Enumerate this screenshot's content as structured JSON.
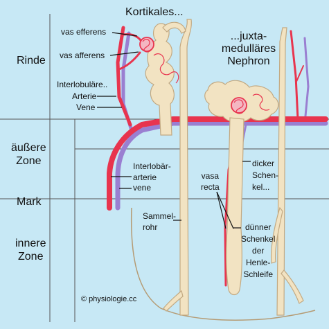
{
  "title": "Kortikales...",
  "title_right": [
    "...juxta-",
    "medulläres",
    "Nephron"
  ],
  "zones": {
    "rinde": "Rinde",
    "aeussere_zone": [
      "äußere",
      "Zone"
    ],
    "mark": "Mark",
    "innere_zone": [
      "innere",
      "Zone"
    ]
  },
  "labels": {
    "vas_efferens": "vas efferens",
    "vas_afferens": "vas afferens",
    "interlobulaere": "Interlobuläre..",
    "arterie": "Arterie",
    "vene": "Vene",
    "interlobaer_arterie": [
      "Interlobär-",
      "arterie"
    ],
    "interlobaer_vene": "vene",
    "sammelrohr": [
      "Sammel-",
      "rohr"
    ],
    "vasa_recta": [
      "vasa",
      "recta"
    ],
    "dicker_schenkel": [
      "dicker",
      "Schen-",
      "kel..."
    ],
    "duenner_schenkel": [
      "dünner",
      "Schenkel",
      "der",
      "Henle-",
      "Schleife"
    ]
  },
  "copyright": "© physiologie.cc",
  "colors": {
    "background": "#c7e8f5",
    "artery": "#e8344e",
    "vein": "#9a7fd1",
    "tubule": "#f2e3c2",
    "tubule_outline": "#c2a982",
    "zone_line": "#555555"
  }
}
